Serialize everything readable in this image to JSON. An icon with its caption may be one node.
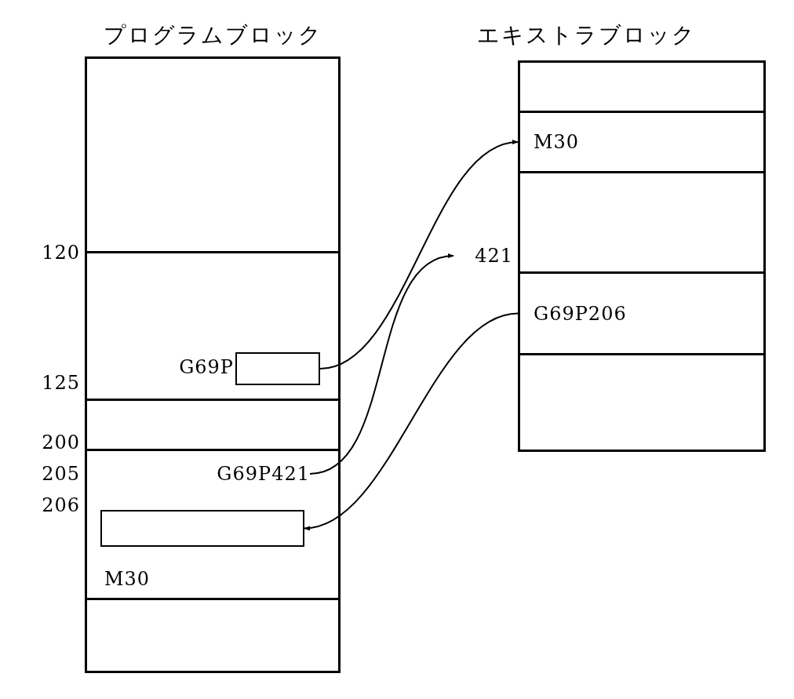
{
  "diagram": {
    "nodes": [
      {
        "text": [
          "プログラムブロック"
        ]
      },
      {
        "text": [
          "エキストラブロック"
        ]
      },
      {
        "text": [],
        "shape": "box",
        "in": 0
      },
      {
        "text": [
          "G69P421"
        ],
        "in": 0
      },
      {
        "text": [],
        "shape": "box",
        "in": 0
      },
      {
        "text": [
          "421"
        ]
      },
      {
        "text": [
          "M30"
        ],
        "in": 1
      },
      {
        "text": [
          "G69P206"
        ],
        "in": 1
      }
    ],
    "edges": [
      {
        "from": 2,
        "to": 6,
        "arrow": "to"
      },
      {
        "from": 3,
        "to": 5,
        "arrow": "to"
      },
      {
        "from": 7,
        "to": 4,
        "arrow": "to"
      }
    ],
    "labels": [
      "120",
      "125",
      "200",
      "205",
      "206",
      "G69P",
      "M30"
    ]
  }
}
